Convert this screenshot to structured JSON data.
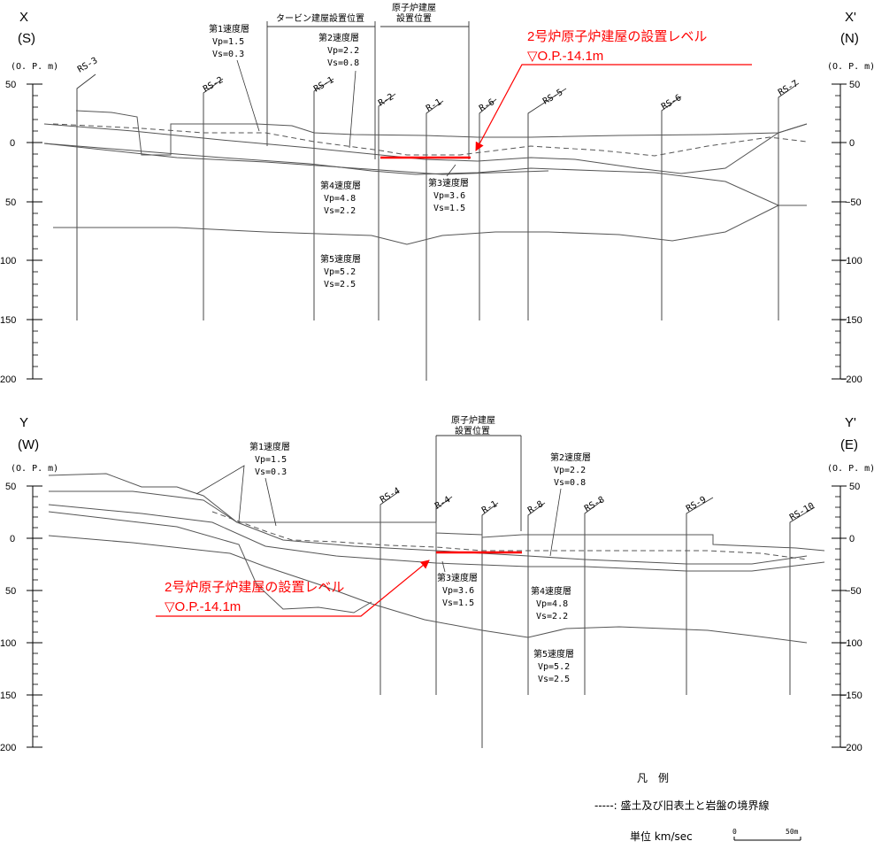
{
  "top": {
    "left_label": "X",
    "left_dir": "(S)",
    "right_label": "X'",
    "right_dir": "(N)",
    "unit": "(O. P. m)",
    "ticks_left": [
      "50",
      "0",
      "50",
      "100",
      "150",
      "200"
    ],
    "ticks_right": [
      "50",
      "0",
      "−50",
      "−100",
      "−150",
      "−200"
    ],
    "boreholes": [
      "RS-3",
      "RS-2",
      "RS-1",
      "R-2",
      "R-1",
      "R-6",
      "RS-5",
      "RS-6",
      "RS-7"
    ],
    "turbine_zone": "タービン建屋設置位置",
    "reactor_zone": [
      "原子炉建屋",
      "設置位置"
    ],
    "layer1": {
      "name": "第1速度層",
      "vp": "Vp=1.5",
      "vs": "Vs=0.3"
    },
    "layer2": {
      "name": "第2速度層",
      "vp": "Vp=2.2",
      "vs": "Vs=0.8"
    },
    "layer3": {
      "name": "第3速度層",
      "vp": "Vp=3.6",
      "vs": "Vs=1.5"
    },
    "layer4": {
      "name": "第4速度層",
      "vp": "Vp=4.8",
      "vs": "Vs=2.2"
    },
    "layer5": {
      "name": "第5速度層",
      "vp": "Vp=5.2",
      "vs": "Vs=2.5"
    },
    "annot_line1": "2号炉原子炉建屋の設置レベル",
    "annot_line2": "▽O.P.-14.1m"
  },
  "bottom": {
    "left_label": "Y",
    "left_dir": "(W)",
    "right_label": "Y'",
    "right_dir": "(E)",
    "unit": "(O. P. m)",
    "ticks_left": [
      "50",
      "0",
      "50",
      "100",
      "150",
      "200"
    ],
    "ticks_right": [
      "50",
      "0",
      "−50",
      "−100",
      "−150",
      "−200"
    ],
    "boreholes": [
      "RS-4",
      "R-4",
      "R-1",
      "R-8",
      "RS-8",
      "RS-9",
      "RS-10"
    ],
    "reactor_zone": [
      "原子炉建屋",
      "設置位置"
    ],
    "layer1": {
      "name": "第1速度層",
      "vp": "Vp=1.5",
      "vs": "Vs=0.3"
    },
    "layer2": {
      "name": "第2速度層",
      "vp": "Vp=2.2",
      "vs": "Vs=0.8"
    },
    "layer3": {
      "name": "第3速度層",
      "vp": "Vp=3.6",
      "vs": "Vs=1.5"
    },
    "layer4": {
      "name": "第4速度層",
      "vp": "Vp=4.8",
      "vs": "Vs=2.2"
    },
    "layer5": {
      "name": "第5速度層",
      "vp": "Vp=5.2",
      "vs": "Vs=2.5"
    },
    "annot_line1": "2号炉原子炉建屋の設置レベル",
    "annot_line2": "▽O.P.-14.1m"
  },
  "legend": {
    "title": "凡　例",
    "dash_text": "-----: 盛土及び旧表土と岩盤の境界線",
    "unit_text": "単位 km/sec",
    "scale_0": "0",
    "scale_50": "50m"
  },
  "colors": {
    "annotation": "#ff0000",
    "line": "#444444"
  }
}
